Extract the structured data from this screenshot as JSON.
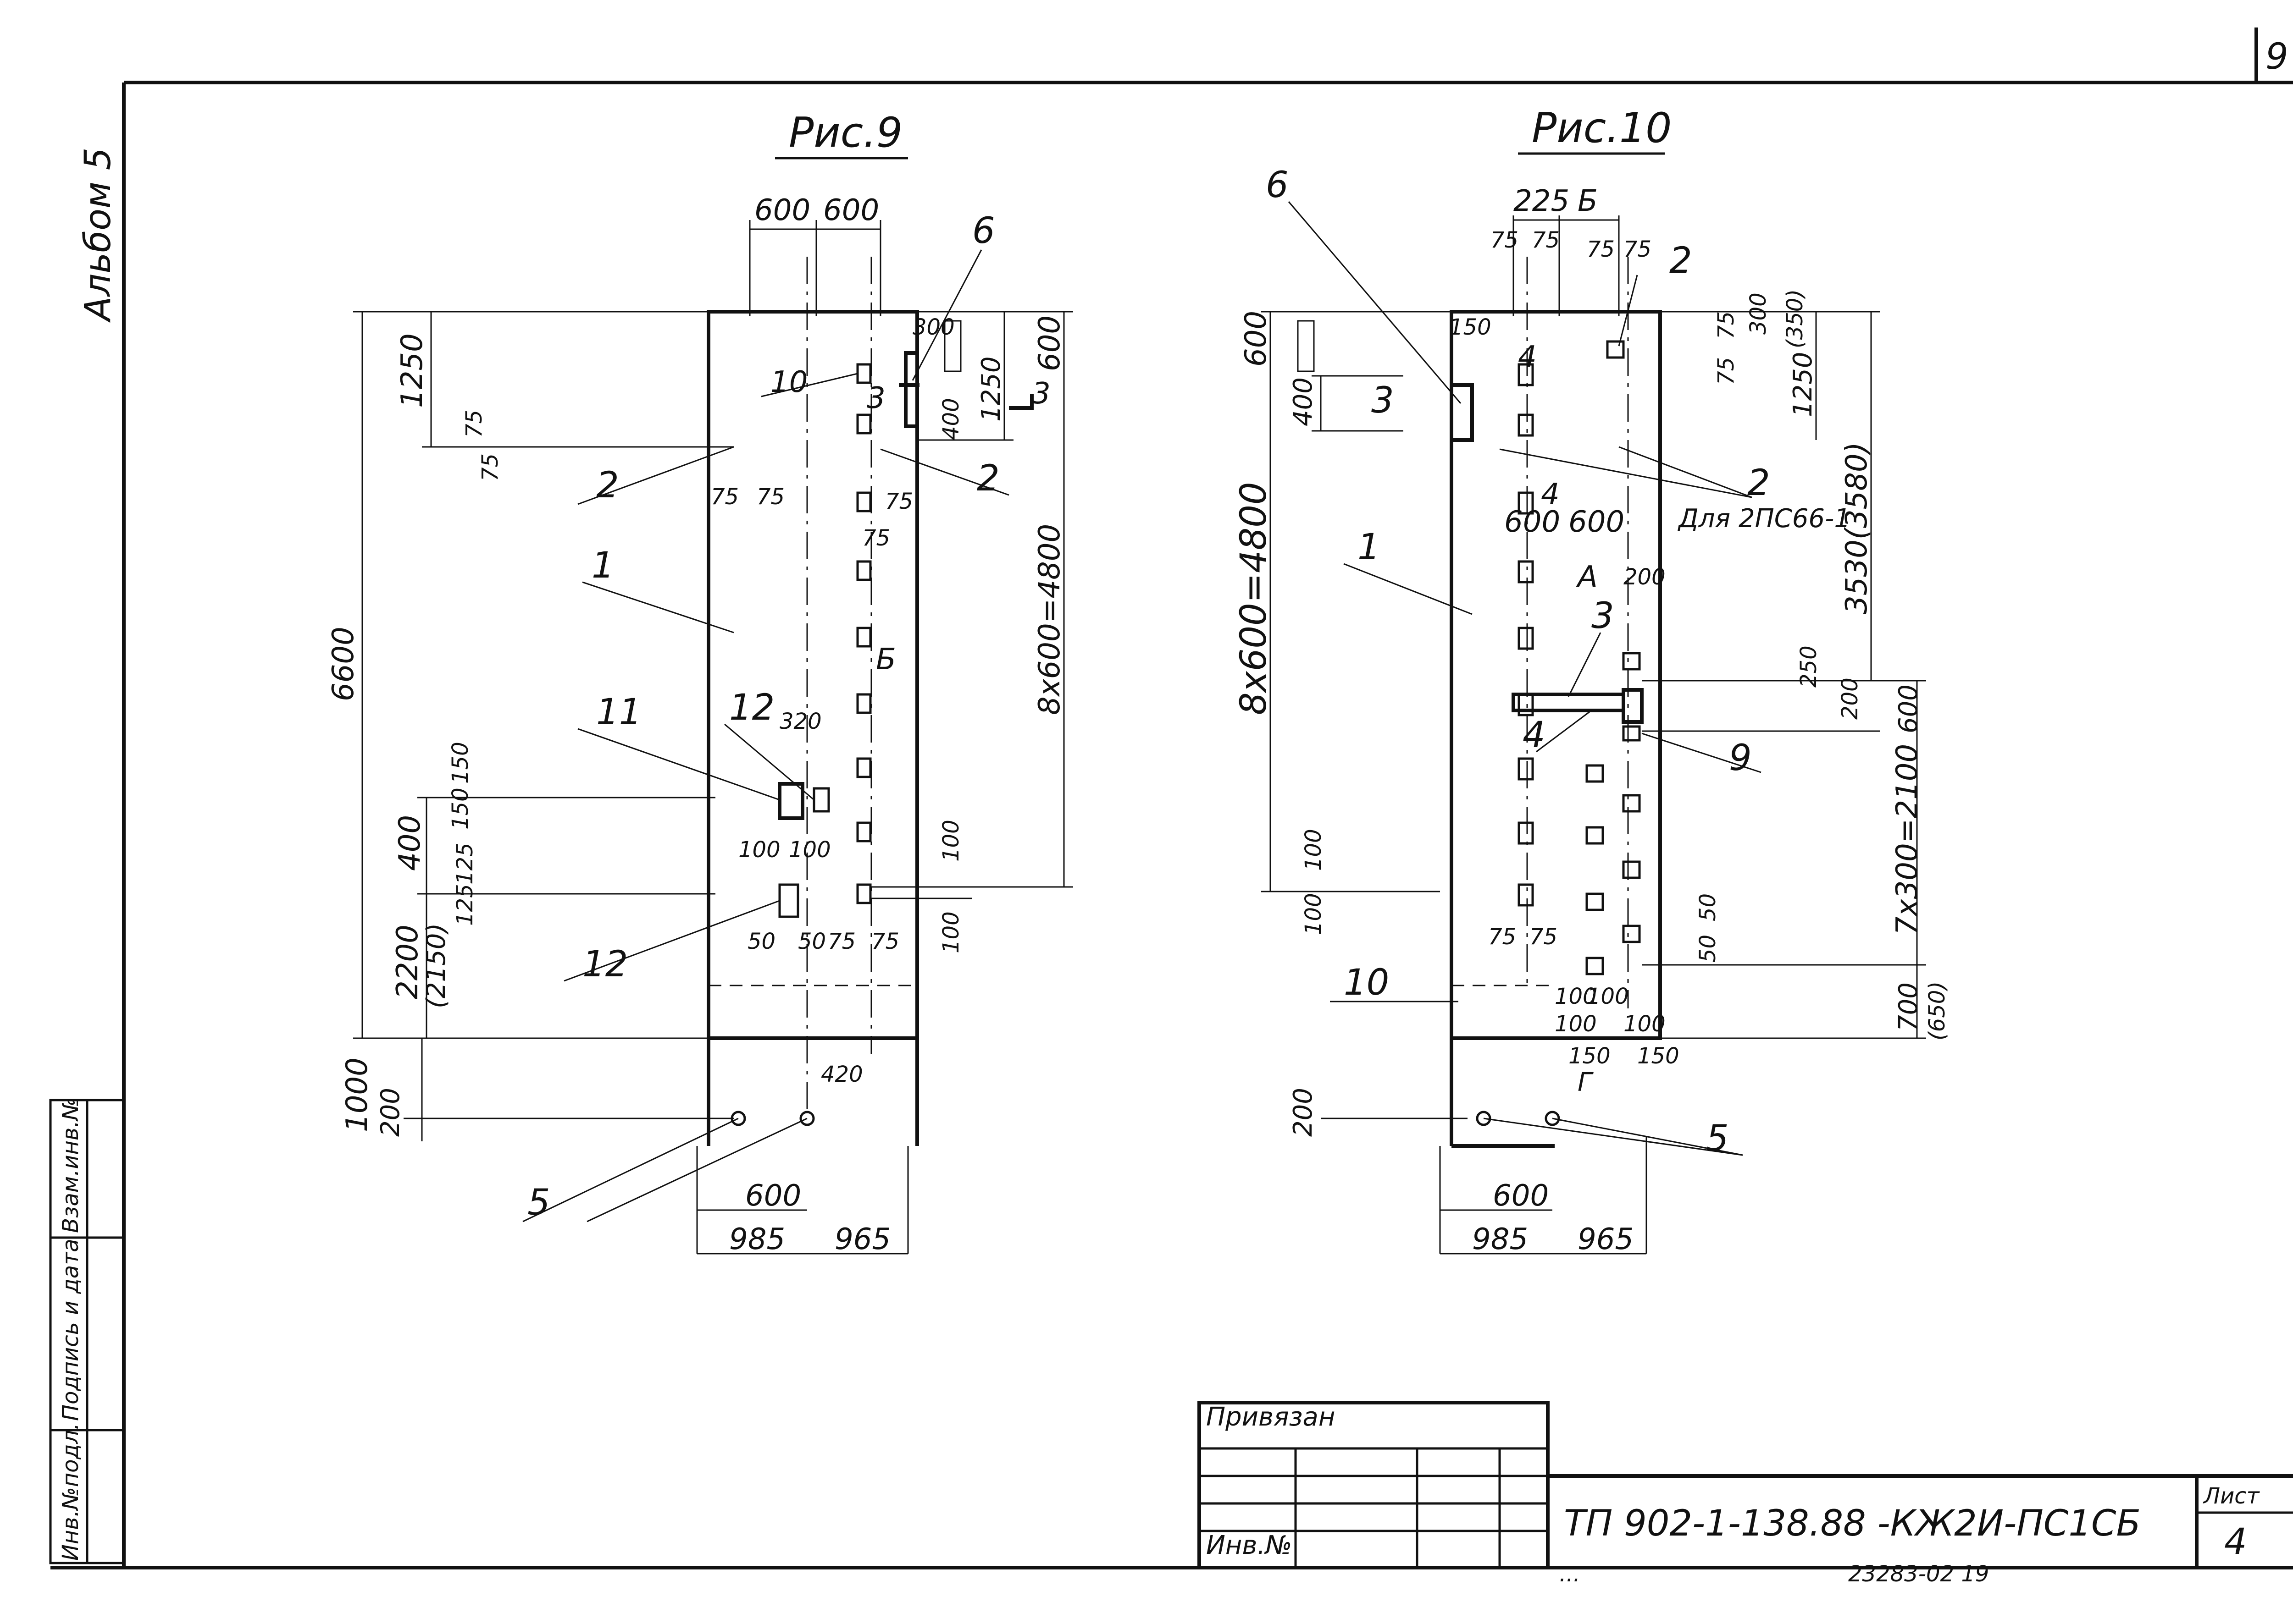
{
  "sheet": {
    "corner_mark": "9",
    "album": "Альбом 5",
    "side_stamp": [
      "Инв.№подл.",
      "Подпись и дата",
      "Взам.инв.№"
    ]
  },
  "fig9": {
    "title": "Рис.9",
    "top_dims": [
      "600",
      "600"
    ],
    "left_dims": [
      "6600",
      "1250",
      "75",
      "75",
      "400",
      "150",
      "150",
      "125",
      "125",
      "2200",
      "(2150)",
      "1000",
      "200"
    ],
    "right_dims": [
      "300",
      "600",
      "1250",
      "400",
      "8x600=4800",
      "100",
      "100"
    ],
    "inner_dims": [
      "75",
      "75",
      "75",
      "75",
      "320",
      "100",
      "100",
      "50",
      "50",
      "75",
      "75",
      "420"
    ],
    "bottom_dims": [
      "600",
      "985",
      "965"
    ],
    "callouts": [
      "1",
      "2",
      "2",
      "3",
      "3",
      "5",
      "6",
      "Б",
      "10",
      "11",
      "12",
      "12"
    ]
  },
  "fig10": {
    "title": "Рис.10",
    "top_dims": [
      "225",
      "Б",
      "75",
      "75",
      "75",
      "75"
    ],
    "left_dims": [
      "600",
      "400",
      "150",
      "8x600=4800",
      "100",
      "100",
      "200"
    ],
    "right_dims": [
      "75",
      "300",
      "(350)",
      "75",
      "1250",
      "3530(3580)",
      "250",
      "200",
      "600",
      "7x300=2100",
      "50",
      "50",
      "700",
      "(650)"
    ],
    "inner_dims": [
      "600",
      "600",
      "А",
      "200",
      "75",
      "75",
      "100",
      "100",
      "100",
      "100",
      "150",
      "150",
      "Г"
    ],
    "bottom_dims": [
      "600",
      "985",
      "965"
    ],
    "callouts": [
      "1",
      "2",
      "2",
      "3",
      "3",
      "4",
      "4",
      "4",
      "5",
      "6",
      "9",
      "10"
    ],
    "note": "Для 2ПС66-1"
  },
  "title_block": {
    "privyazan": "Привязан",
    "inv_no": "Инв.№",
    "code": "ТП 902-1-138.88 -КЖ2И-ПС1СБ",
    "sheet_label": "Лист",
    "sheet_number": "4",
    "footer_left": "...",
    "footer_right": "23283-02  19"
  }
}
